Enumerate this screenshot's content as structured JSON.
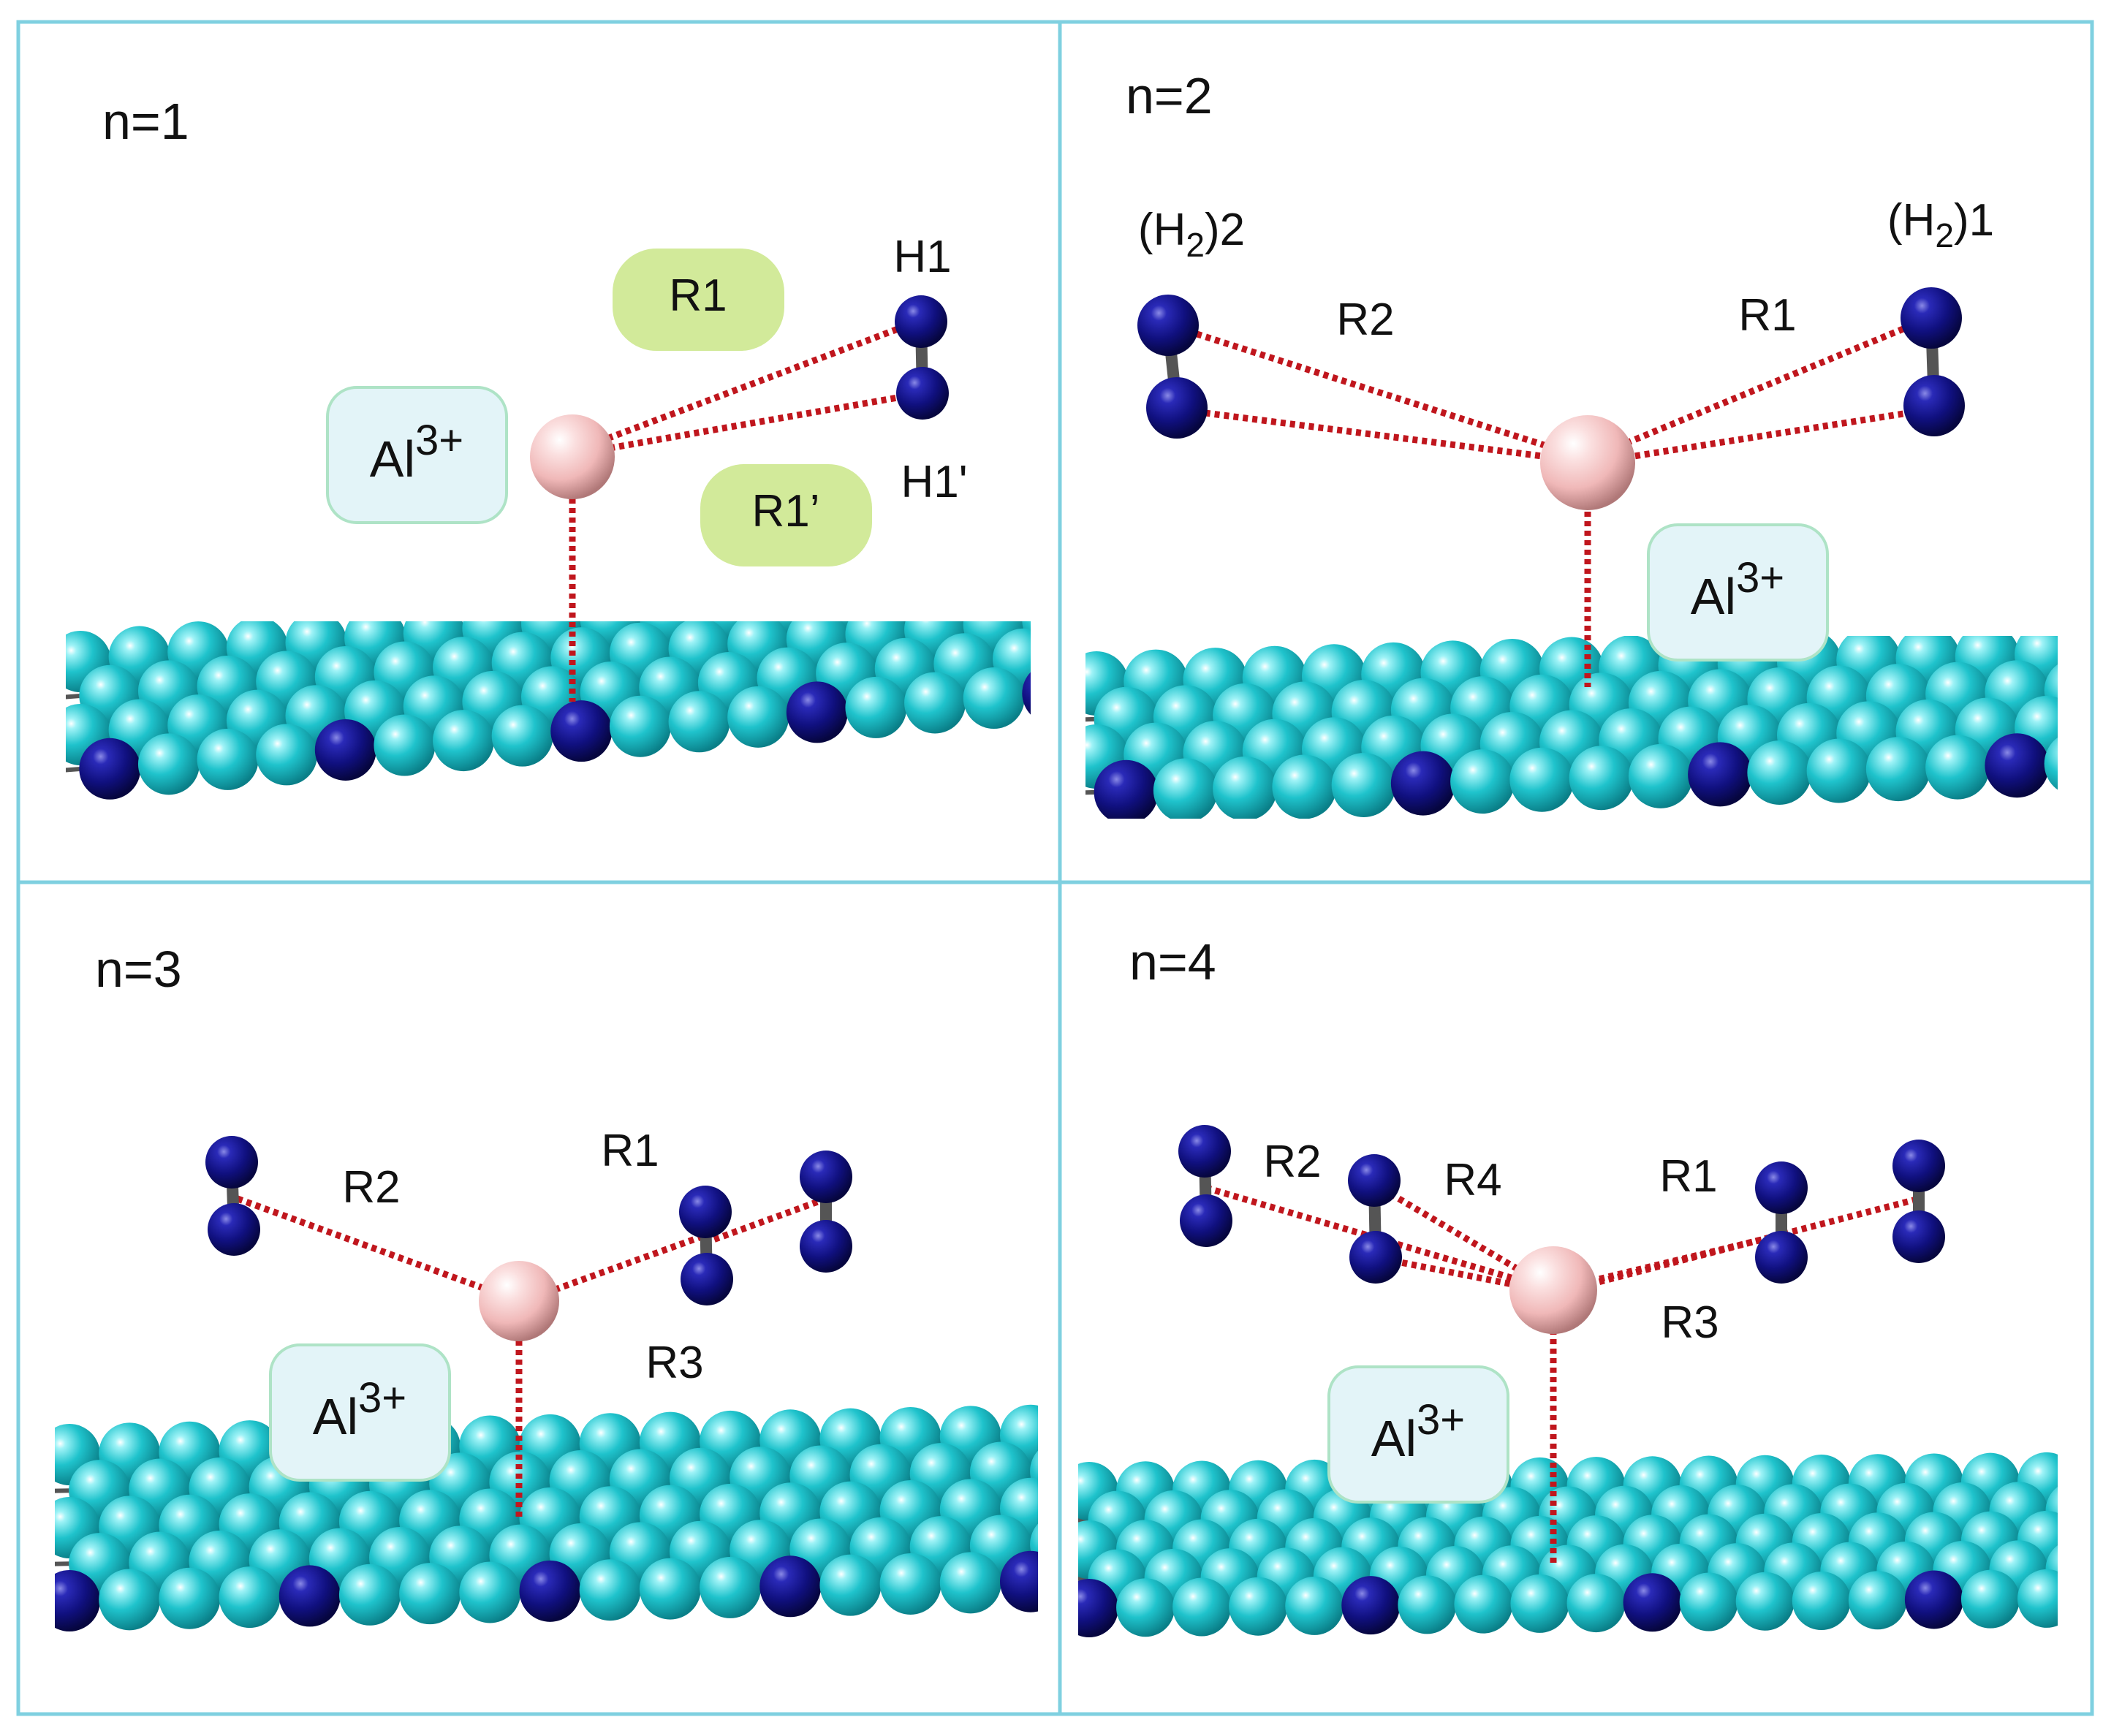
{
  "colors": {
    "frame": "#7fd0e0",
    "surface_atom": "#1fc3cc",
    "surface_atom_dark": "#0a7f88",
    "nitrogen_atom": "#10107f",
    "aluminum_atom": "#f2c0c0",
    "bond_line": "#555555",
    "dotted_link": "#c0161d",
    "label_green_fill": "#d2ea9a",
    "label_blue_fill": "#e3f4f8",
    "label_blue_border": "#aee3c6"
  },
  "panels": [
    {
      "n_label": "n=1",
      "ion_label": {
        "base": "Al",
        "sup": "3+"
      },
      "h2_labels": [
        {
          "text": "H1"
        },
        {
          "text": "H1'"
        }
      ],
      "distance_labels": [
        {
          "text": "R1",
          "boxed": true
        },
        {
          "text": "R1’",
          "boxed": true
        }
      ]
    },
    {
      "n_label": "n=2",
      "ion_label": {
        "base": "Al",
        "sup": "3+"
      },
      "h2_labels": [
        {
          "pre": "(H",
          "sub": "2",
          "post": ")2"
        },
        {
          "pre": "(H",
          "sub": "2",
          "post": ")1"
        }
      ],
      "distance_labels": [
        {
          "text": "R2"
        },
        {
          "text": "R1"
        }
      ]
    },
    {
      "n_label": "n=3",
      "ion_label": {
        "base": "Al",
        "sup": "3+"
      },
      "distance_labels": [
        {
          "text": "R2"
        },
        {
          "text": "R1"
        },
        {
          "text": "R3"
        }
      ]
    },
    {
      "n_label": "n=4",
      "ion_label": {
        "base": "Al",
        "sup": "3+"
      },
      "distance_labels": [
        {
          "text": "R2"
        },
        {
          "text": "R4"
        },
        {
          "text": "R1"
        },
        {
          "text": "R3"
        }
      ]
    }
  ]
}
